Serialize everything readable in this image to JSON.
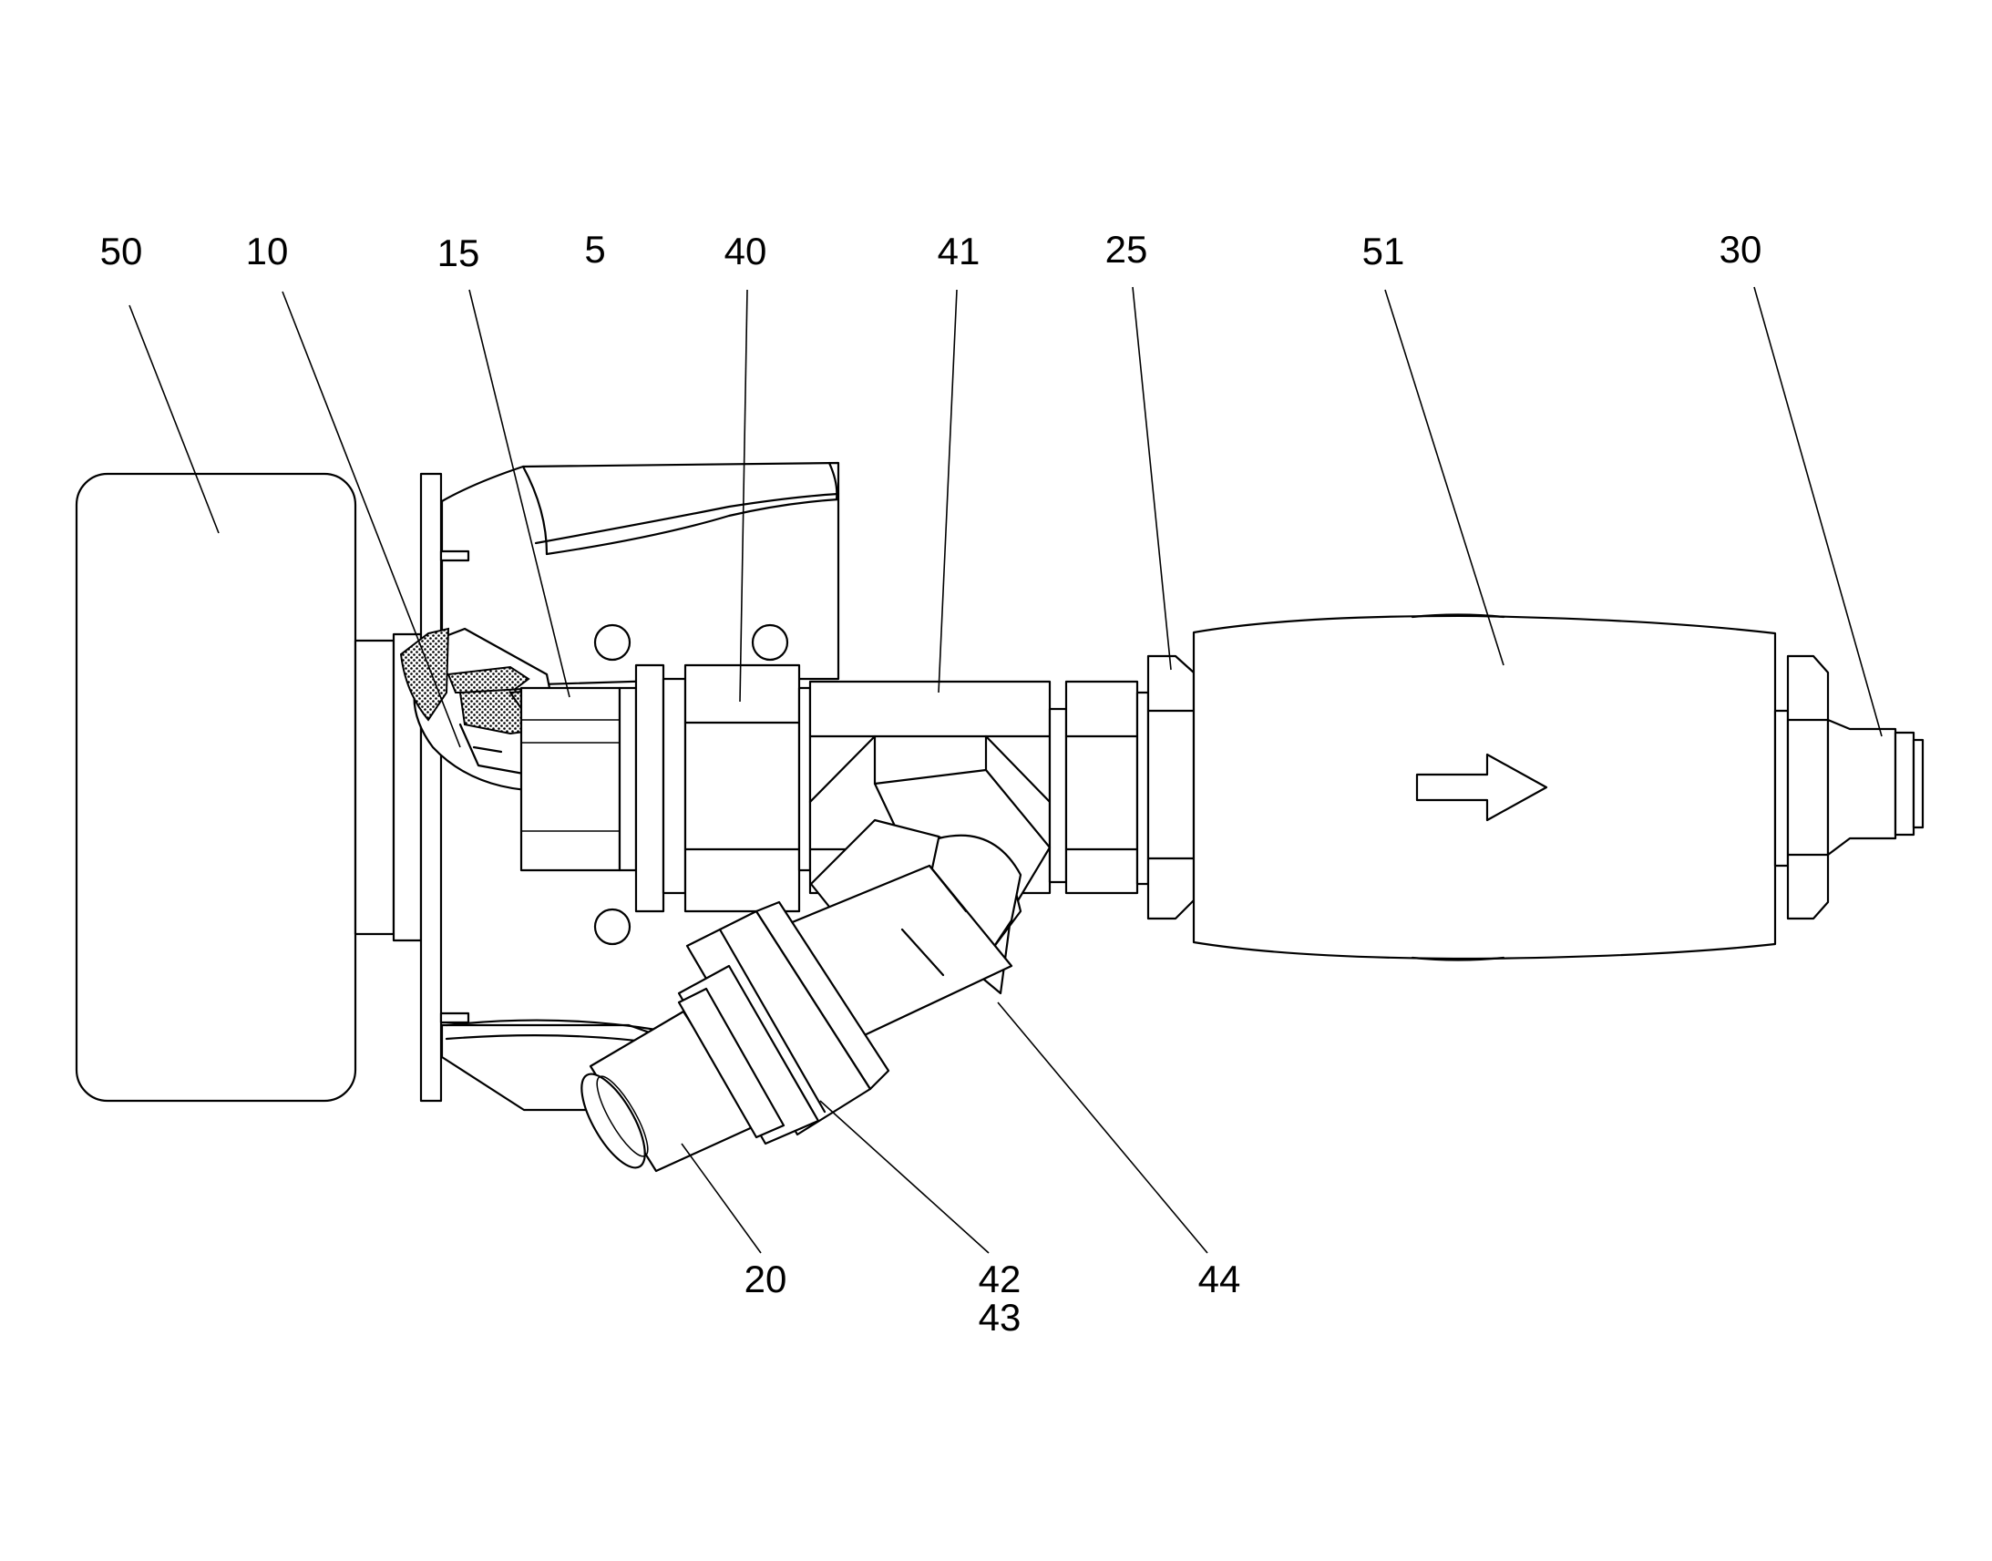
{
  "figure": {
    "labels": [
      "50",
      "10",
      "15",
      "5",
      "40",
      "41",
      "25",
      "51",
      "30",
      "20",
      "42",
      "43",
      "44"
    ]
  }
}
